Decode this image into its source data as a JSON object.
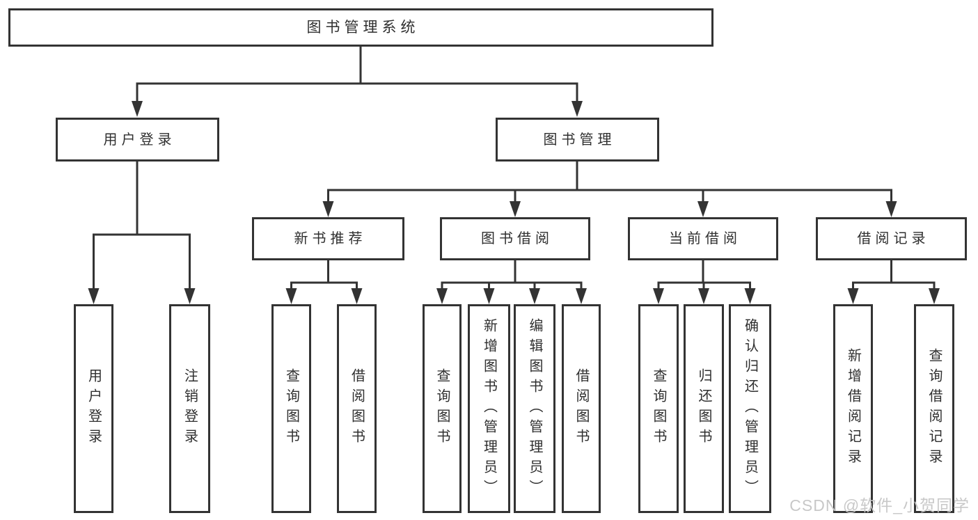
{
  "nodes": {
    "root": "图书管理系统",
    "user_login": "用户登录",
    "book_management": "图书管理",
    "new_book_recommend": "新书推荐",
    "book_borrow": "图书借阅",
    "current_borrow": "当前借阅",
    "borrow_record": "借阅记录",
    "leaf_user_login": "用户登录",
    "leaf_logout": "注销登录",
    "leaf_nbr_query_book": "查询图书",
    "leaf_nbr_borrow_book": "借阅图书",
    "leaf_bb_query_book": "查询图书",
    "leaf_bb_add_book": "新增图书（管理员）",
    "leaf_bb_edit_book": "编辑图书（管理员）",
    "leaf_bb_borrow_book": "借阅图书",
    "leaf_cb_query_book": "查询图书",
    "leaf_cb_return_book": "归还图书",
    "leaf_cb_confirm_return": "确认归还（管理员）",
    "leaf_br_add_record": "新增借阅记录",
    "leaf_br_query_record": "查询借阅记录"
  },
  "hierarchy": {
    "图书管理系统": {
      "用户登录": [
        "用户登录",
        "注销登录"
      ],
      "图书管理": {
        "新书推荐": [
          "查询图书",
          "借阅图书"
        ],
        "图书借阅": [
          "查询图书",
          "新增图书（管理员）",
          "编辑图书（管理员）",
          "借阅图书"
        ],
        "当前借阅": [
          "查询图书",
          "归还图书",
          "确认归还（管理员）"
        ],
        "借阅记录": [
          "新增借阅记录",
          "查询借阅记录"
        ]
      }
    }
  },
  "watermark": "CSDN @软件_小贺同学",
  "colors": {
    "line": "#333333",
    "box_border": "#333333",
    "text": "#2f2f2f",
    "watermark": "#c6c6c6",
    "background": "#ffffff"
  }
}
